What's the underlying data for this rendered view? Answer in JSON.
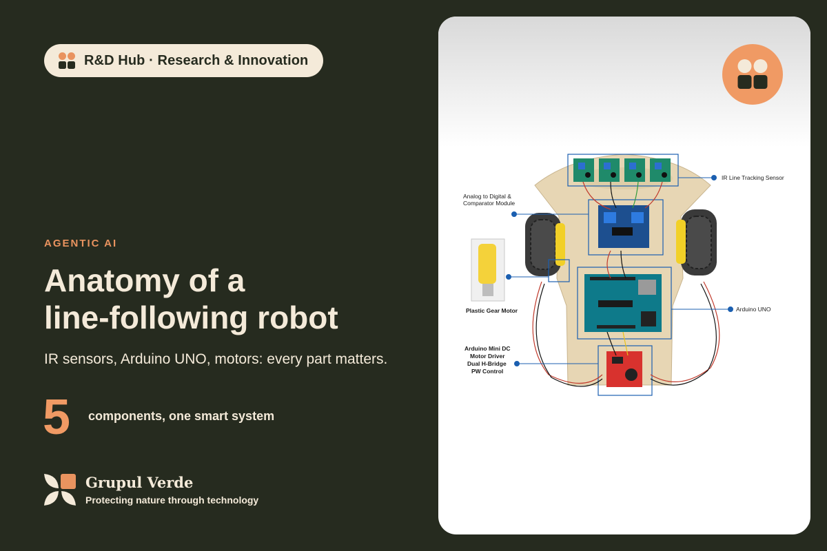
{
  "header": {
    "pill_label": "R&D Hub · Research & Innovation",
    "pill_icon": "hub-logo-icon"
  },
  "hero": {
    "eyebrow": "AGENTIC AI",
    "title_line1": "Anatomy of a",
    "title_line2": "line-following robot",
    "subtitle": "IR sensors, Arduino UNO, motors: every part matters."
  },
  "stat": {
    "number": "5",
    "label": "components, one smart system"
  },
  "brand": {
    "name": "Grupul Verde",
    "tagline": "Protecting nature through technology",
    "icon": "leaf-logo-icon"
  },
  "diagram": {
    "labels": {
      "ir_sensor": "IR Line Tracking Sensor",
      "adc_line1": "Analog to Digital &",
      "adc_line2": "Comparator Module",
      "gear_motor": "Plastic Gear Motor",
      "arduino": "Arduino UNO",
      "driver_line1": "Arduino Mini DC",
      "driver_line2": "Motor Driver",
      "driver_line3": "Dual H-Bridge",
      "driver_line4": "PW Control"
    }
  },
  "colors": {
    "background": "#262b1f",
    "accent": "#f09a64",
    "cream": "#f4ead9",
    "callout_blue": "#1b5fb0"
  }
}
